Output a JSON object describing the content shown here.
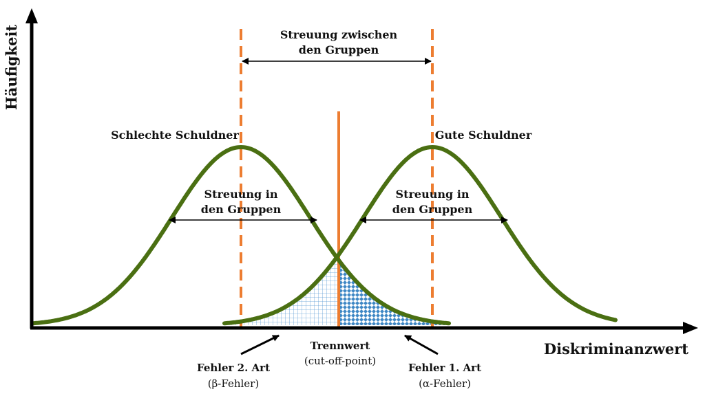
{
  "axes": {
    "y_label": "Häufigkeit",
    "x_label": "Diskriminanzwert"
  },
  "groups": {
    "left": "Schlechte Schuldner",
    "right": "Gute Schuldner"
  },
  "between": {
    "line1": "Streuung zwischen",
    "line2": "den Gruppen"
  },
  "within_left": {
    "line1": "Streuung in",
    "line2": "den Gruppen"
  },
  "within_right": {
    "line1": "Streuung in",
    "line2": "den Gruppen"
  },
  "cutoff": {
    "line1": "Trennwert",
    "line2": "(cut-off-point)"
  },
  "error2": {
    "line1": "Fehler 2. Art",
    "line2": "(β-Fehler)"
  },
  "error1": {
    "line1": "Fehler 1. Art",
    "line2": "(α-Fehler)"
  },
  "colors": {
    "curve": "#4a6f12",
    "dashed": "#ed7d31",
    "cutoff": "#ed7d31",
    "hatch": "#2e75b6",
    "axis": "#000000"
  }
}
